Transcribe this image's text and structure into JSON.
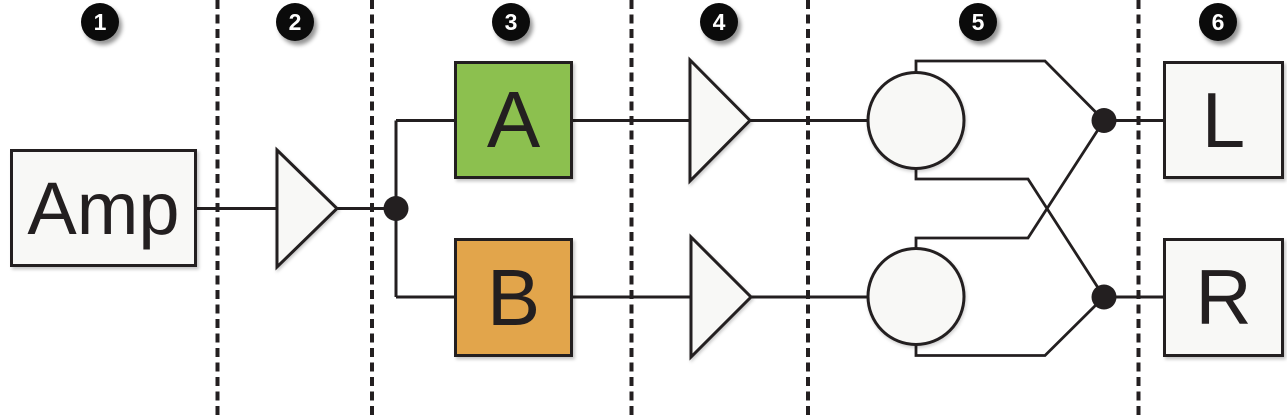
{
  "badges": [
    "1",
    "2",
    "3",
    "4",
    "5",
    "6"
  ],
  "nodes": {
    "amp": "Amp",
    "channel_a": "A",
    "channel_b": "B",
    "out_left": "L",
    "out_right": "R"
  },
  "icons": {
    "amplifier_triangle": "svg-right-pointing-triangle",
    "pan_knob": "svg-circle",
    "junction_dot": "svg-filled-circle",
    "stage_divider": "svg-vertical-dashed-line"
  },
  "colors": {
    "background": "#ffffff",
    "stroke": "#231f20",
    "shape_fill": "#f8f8f6",
    "channel_a_fill": "#8cc04f",
    "channel_b_fill": "#e2a54b",
    "badge_bg": "#0b0b0b",
    "badge_text": "#ffffff"
  }
}
